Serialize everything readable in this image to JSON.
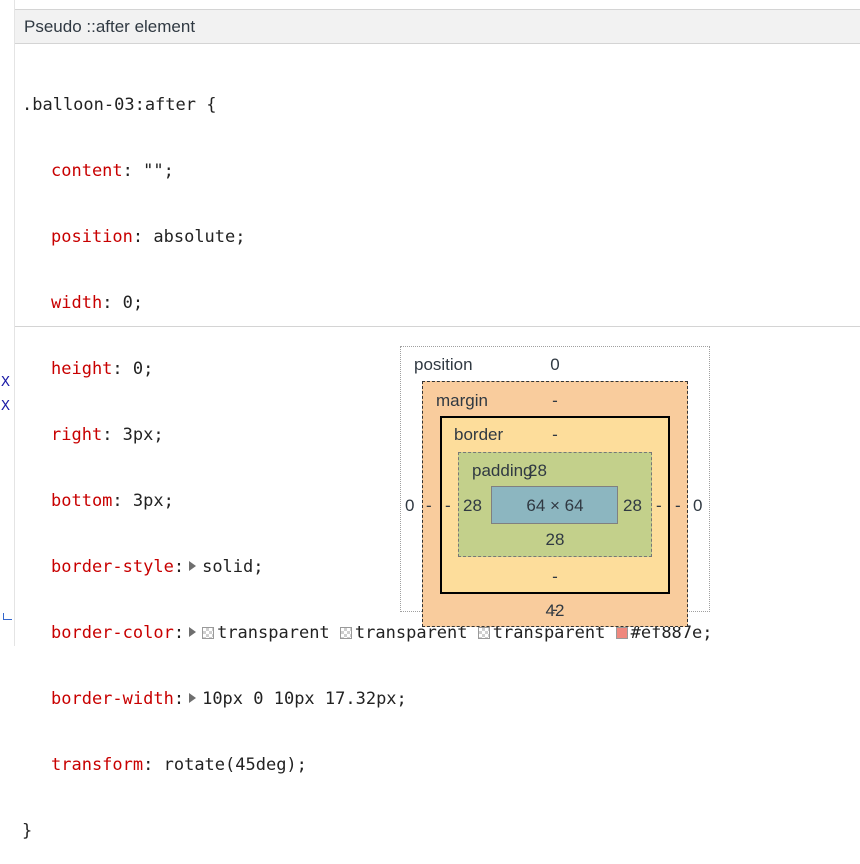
{
  "section": {
    "title": "Pseudo ::after element"
  },
  "gutter": {
    "marks": [
      "X",
      "X"
    ]
  },
  "rule": {
    "selector": ".balloon-03:after {",
    "close": "}",
    "props": {
      "content": {
        "name": "content",
        "value": "\"\";"
      },
      "position": {
        "name": "position",
        "value": "absolute;"
      },
      "width": {
        "name": "width",
        "value": "0;"
      },
      "height": {
        "name": "height",
        "value": "0;"
      },
      "right": {
        "name": "right",
        "value": "3px;"
      },
      "bottom": {
        "name": "bottom",
        "value": "3px;"
      },
      "border_style": {
        "name": "border-style",
        "value": "solid;"
      },
      "border_color": {
        "name": "border-color",
        "values": [
          "transparent",
          "transparent",
          "transparent",
          "#ef887e;"
        ]
      },
      "border_width": {
        "name": "border-width",
        "value": "10px 0 10px 17.32px;"
      },
      "transform": {
        "name": "transform",
        "value": "rotate(45deg);"
      }
    },
    "swatch_color": "#ef887e"
  },
  "box_model": {
    "position": {
      "label": "position",
      "top": "0",
      "left": "0",
      "right": "0",
      "bottom": "42"
    },
    "margin": {
      "label": "margin",
      "top": "-",
      "left": "-",
      "right": "-",
      "bottom": "-"
    },
    "border": {
      "label": "border",
      "top": "-",
      "left": "-",
      "right": "-",
      "bottom": "-"
    },
    "padding": {
      "label": "padding",
      "top": "28",
      "left": "28",
      "right": "28",
      "bottom": "28"
    },
    "content": {
      "size": "64 × 64"
    }
  }
}
